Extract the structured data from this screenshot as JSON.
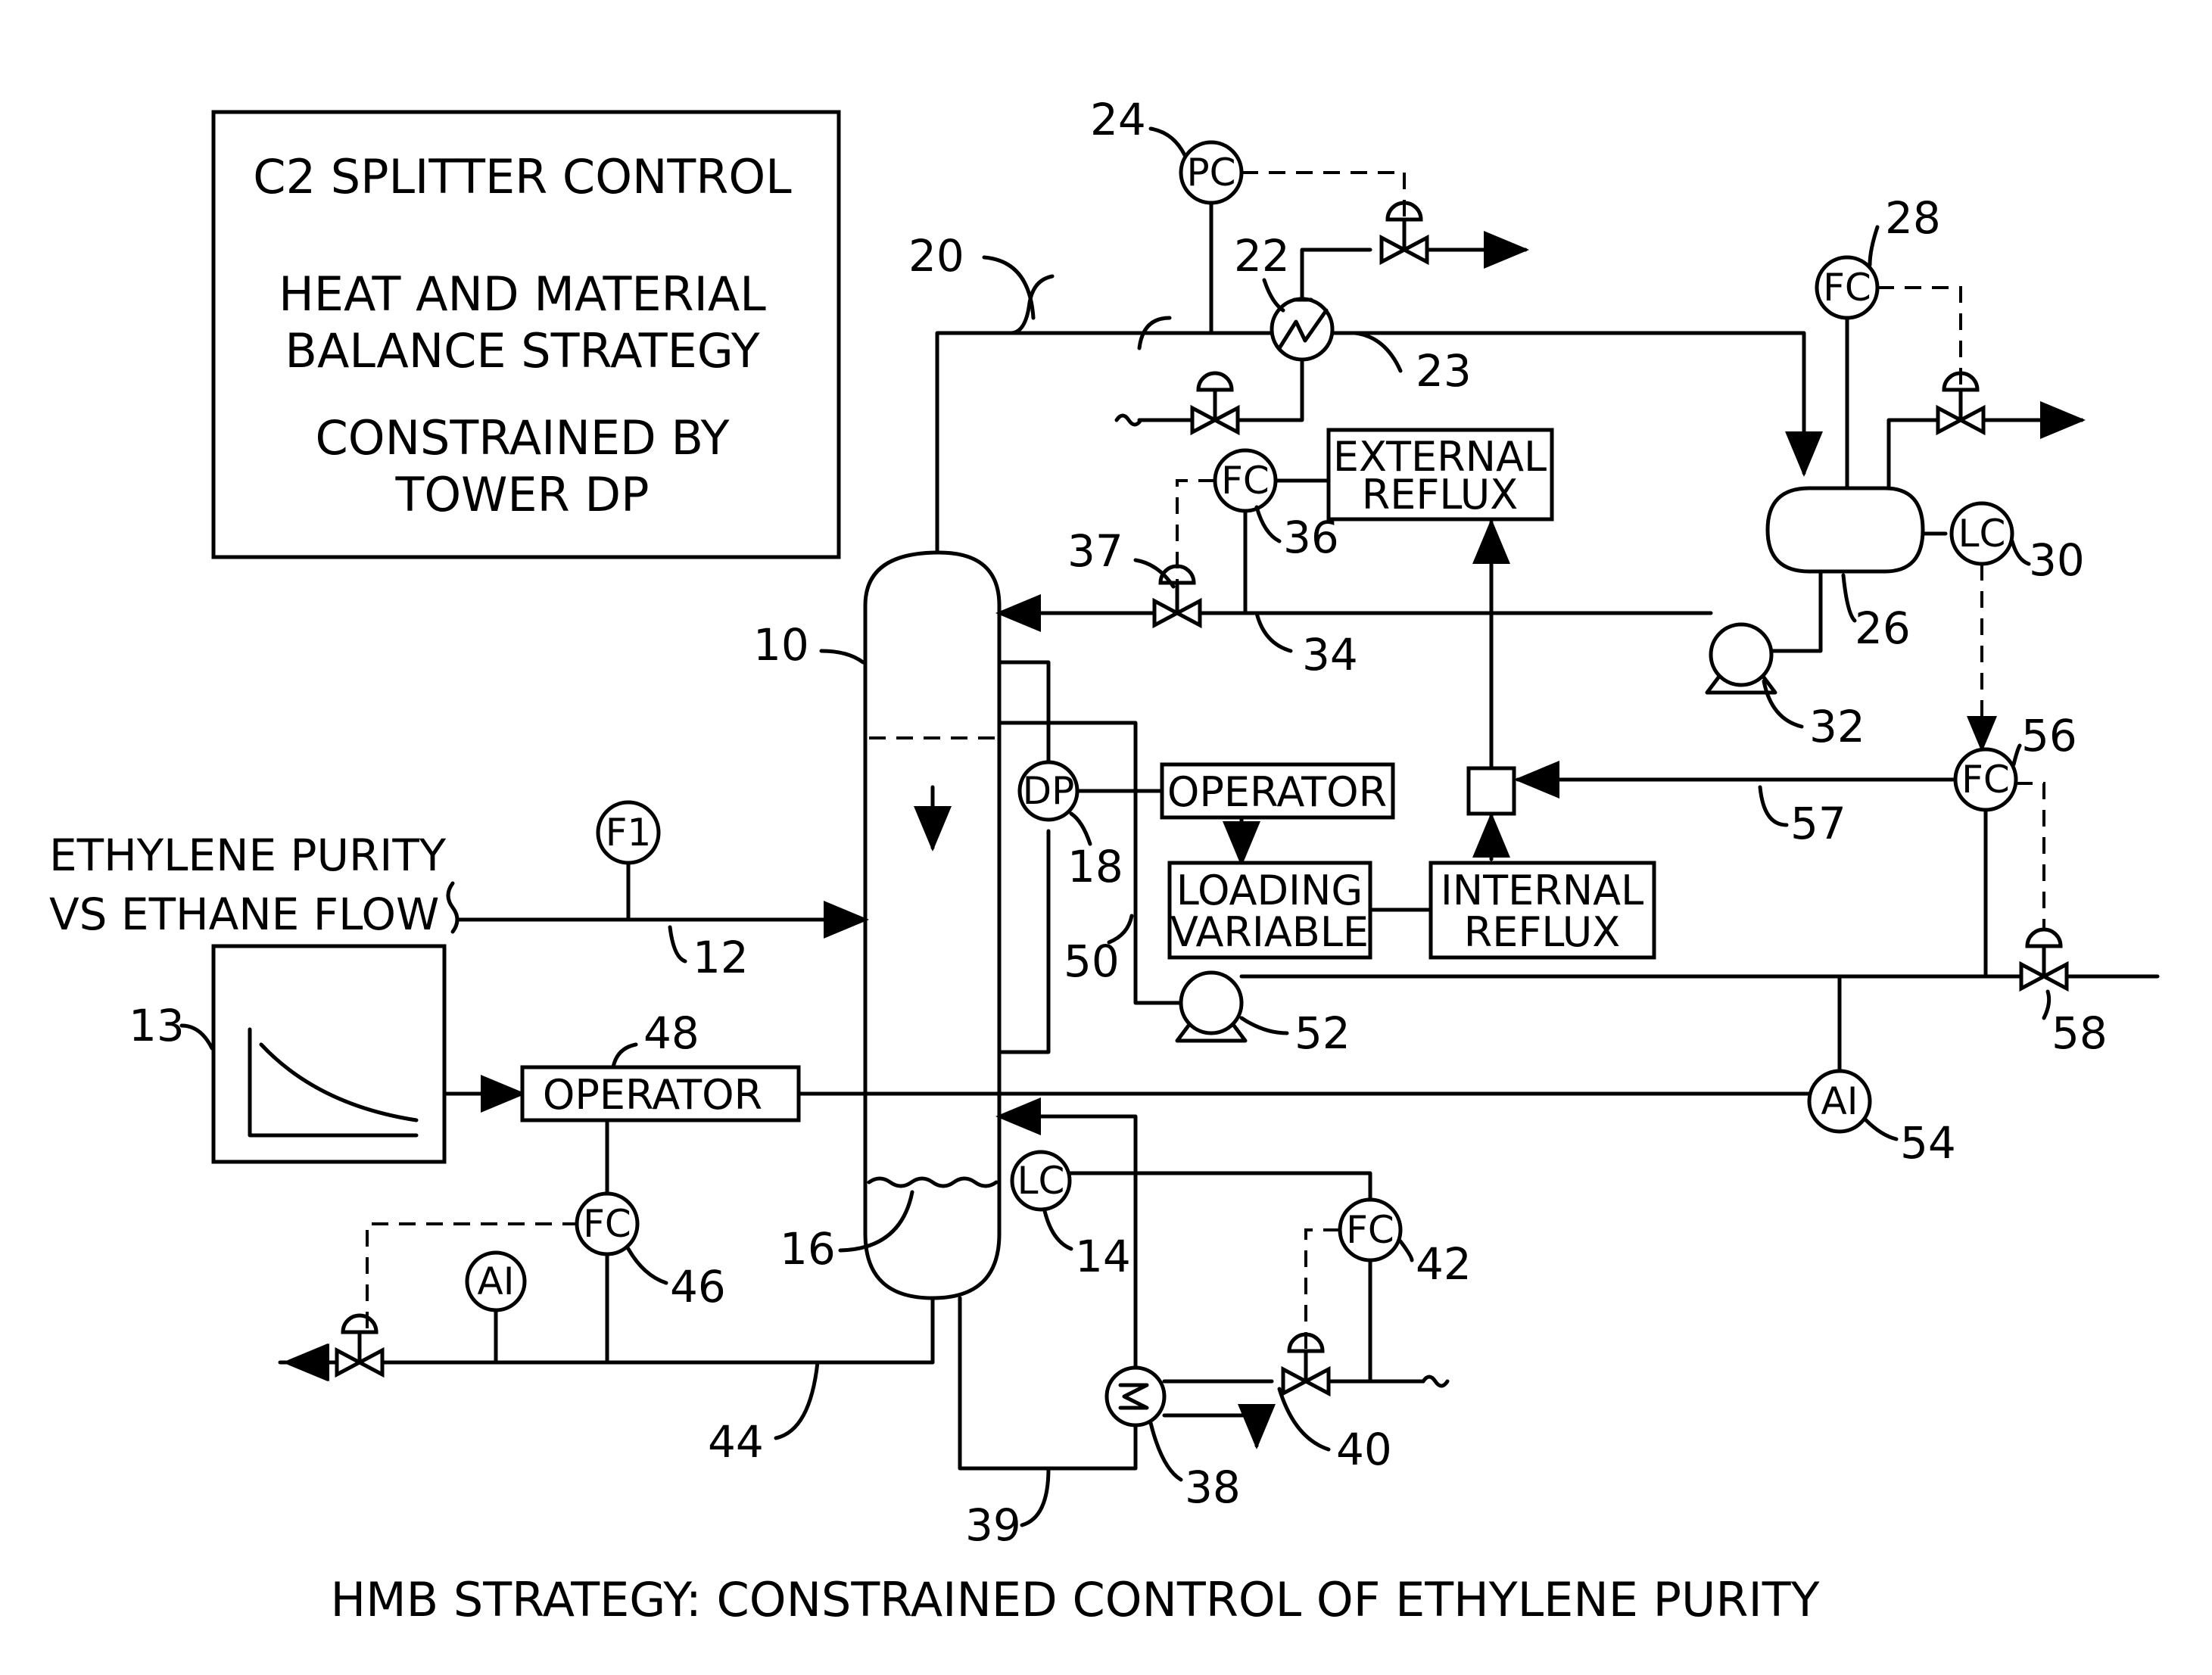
{
  "title_box": {
    "line1": "C2 SPLITTER CONTROL",
    "line2": "HEAT AND MATERIAL",
    "line3": "BALANCE STRATEGY",
    "line4": "CONSTRAINED BY",
    "line5": "TOWER DP"
  },
  "caption": "HMB STRATEGY: CONSTRAINED CONTROL OF ETHYLENE PURITY",
  "chart_label": {
    "line1": "ETHYLENE PURITY",
    "line2": "VS ETHANE FLOW"
  },
  "blocks": {
    "external_reflux_1": "EXTERNAL",
    "external_reflux_2": "REFLUX",
    "internal_reflux_1": "INTERNAL",
    "internal_reflux_2": "REFLUX",
    "operator_top": "OPERATOR",
    "loading_1": "LOADING",
    "loading_2": "VARIABLE",
    "operator_left": "OPERATOR"
  },
  "instruments": {
    "pc": "PC",
    "fc_28": "FC",
    "fc_36": "FC",
    "lc_30": "LC",
    "fc_56": "FC",
    "dp": "DP",
    "f1": "F1",
    "ai_54": "AI",
    "lc_14": "LC",
    "fc_42": "FC",
    "fc_46": "FC",
    "ai_left": "AI"
  },
  "refs": {
    "r10": "10",
    "r12": "12",
    "r13": "13",
    "r14": "14",
    "r16": "16",
    "r18": "18",
    "r20": "20",
    "r22": "22",
    "r23": "23",
    "r24": "24",
    "r26": "26",
    "r28": "28",
    "r30": "30",
    "r32": "32",
    "r34": "34",
    "r36": "36",
    "r37": "37",
    "r38": "38",
    "r39": "39",
    "r40": "40",
    "r42": "42",
    "r44": "44",
    "r46": "46",
    "r48": "48",
    "r50": "50",
    "r52": "52",
    "r54": "54",
    "r56": "56",
    "r57": "57",
    "r58": "58"
  }
}
